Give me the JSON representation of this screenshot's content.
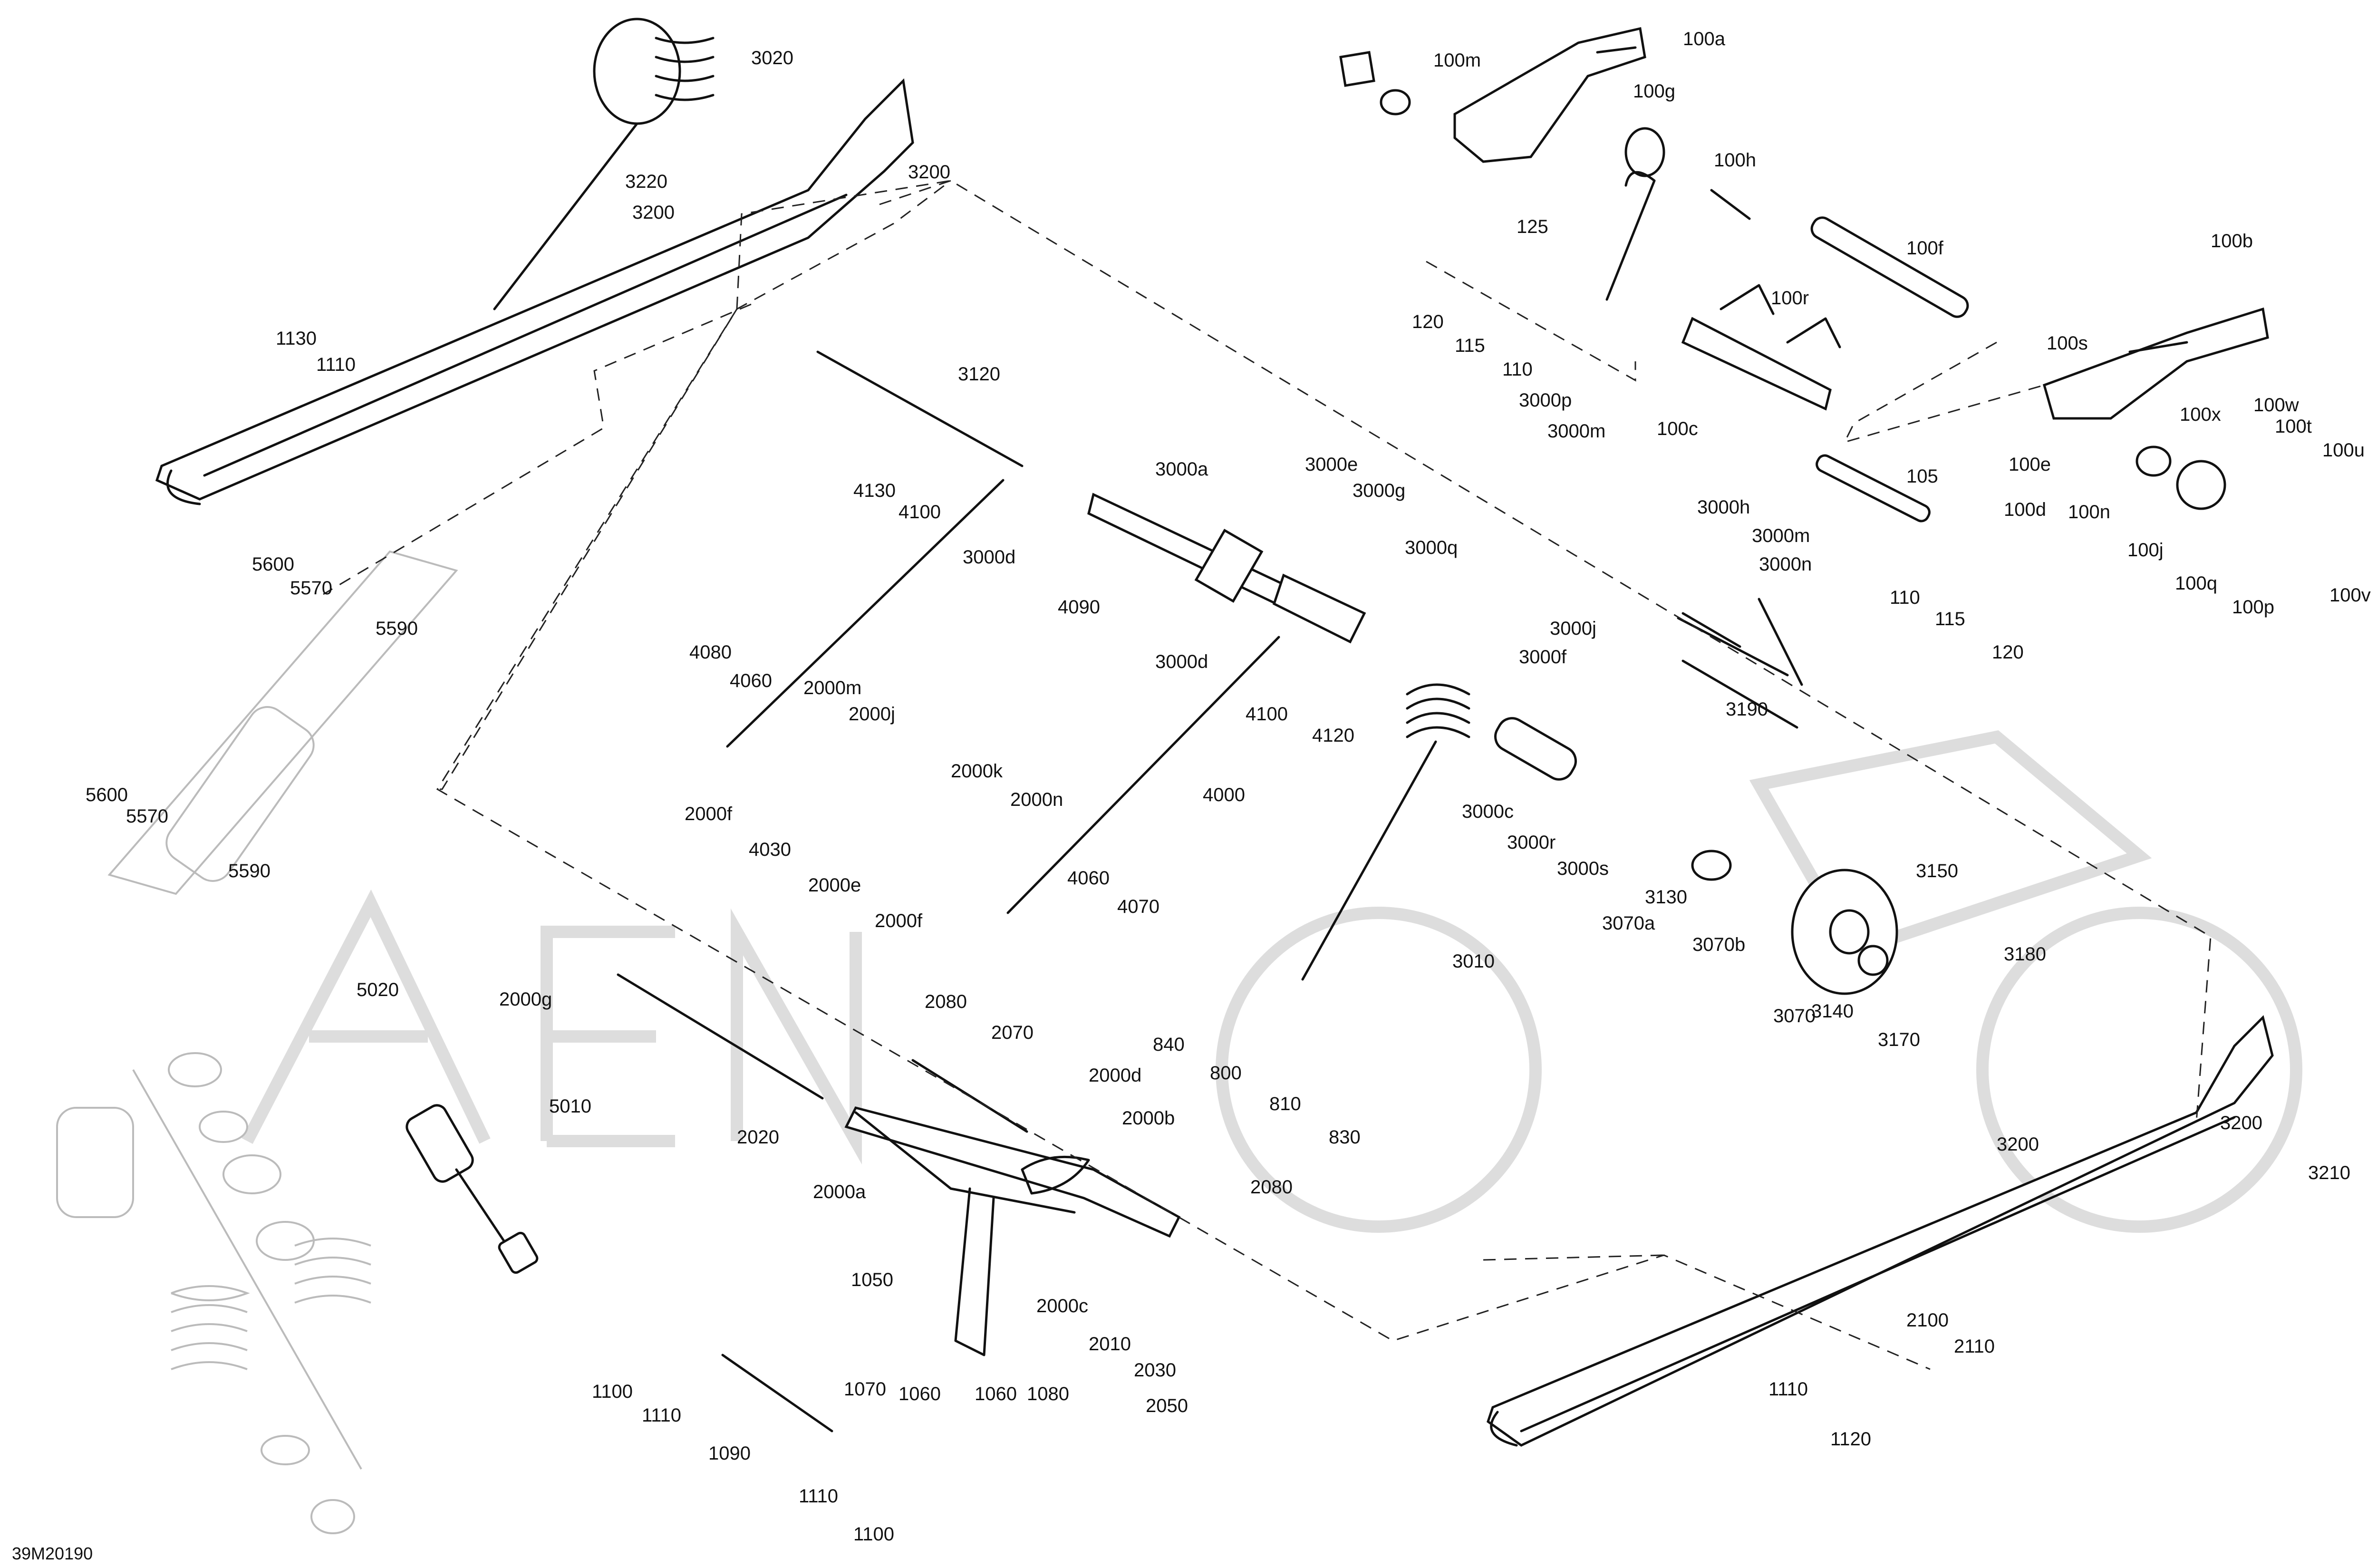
{
  "drawing_number": "39M20190",
  "callouts": [
    "3020",
    "3220",
    "3200",
    "3200",
    "1130",
    "1110",
    "100a",
    "100m",
    "100g",
    "100h",
    "125",
    "100f",
    "120",
    "115",
    "110",
    "100r",
    "100c",
    "100b",
    "100s",
    "100e",
    "100x",
    "100w",
    "100t",
    "100u",
    "100d",
    "100n",
    "100j",
    "100q",
    "100p",
    "100v",
    "105",
    "110",
    "115",
    "120",
    "3120",
    "4130",
    "4100",
    "3000a",
    "3000e",
    "3000g",
    "3000d",
    "4090",
    "3000q",
    "3000p",
    "3000m",
    "3000h",
    "3000m",
    "3000n",
    "3000j",
    "3190",
    "3000d",
    "4100",
    "4120",
    "3000f",
    "4080",
    "4060",
    "2000m",
    "2000j",
    "2000k",
    "2000n",
    "2000f",
    "4030",
    "2000e",
    "2000f",
    "4000",
    "3000c",
    "3000r",
    "3000s",
    "3130",
    "3070a",
    "3070b",
    "3150",
    "3070",
    "3140",
    "3170",
    "3180",
    "5600",
    "5570",
    "5590",
    "5600",
    "5570",
    "5590",
    "4060",
    "4070",
    "3010",
    "5020",
    "2000g",
    "2080",
    "2070",
    "840",
    "800",
    "810",
    "830",
    "5010",
    "2020",
    "2000d",
    "2000b",
    "2000a",
    "2080",
    "3200",
    "3200",
    "3210",
    "1050",
    "2000c",
    "2010",
    "2030",
    "2050",
    "1070",
    "1060",
    "1060",
    "1080",
    "1100",
    "1110",
    "1090",
    "1110",
    "1100",
    "2100",
    "2110",
    "1110",
    "1120"
  ]
}
